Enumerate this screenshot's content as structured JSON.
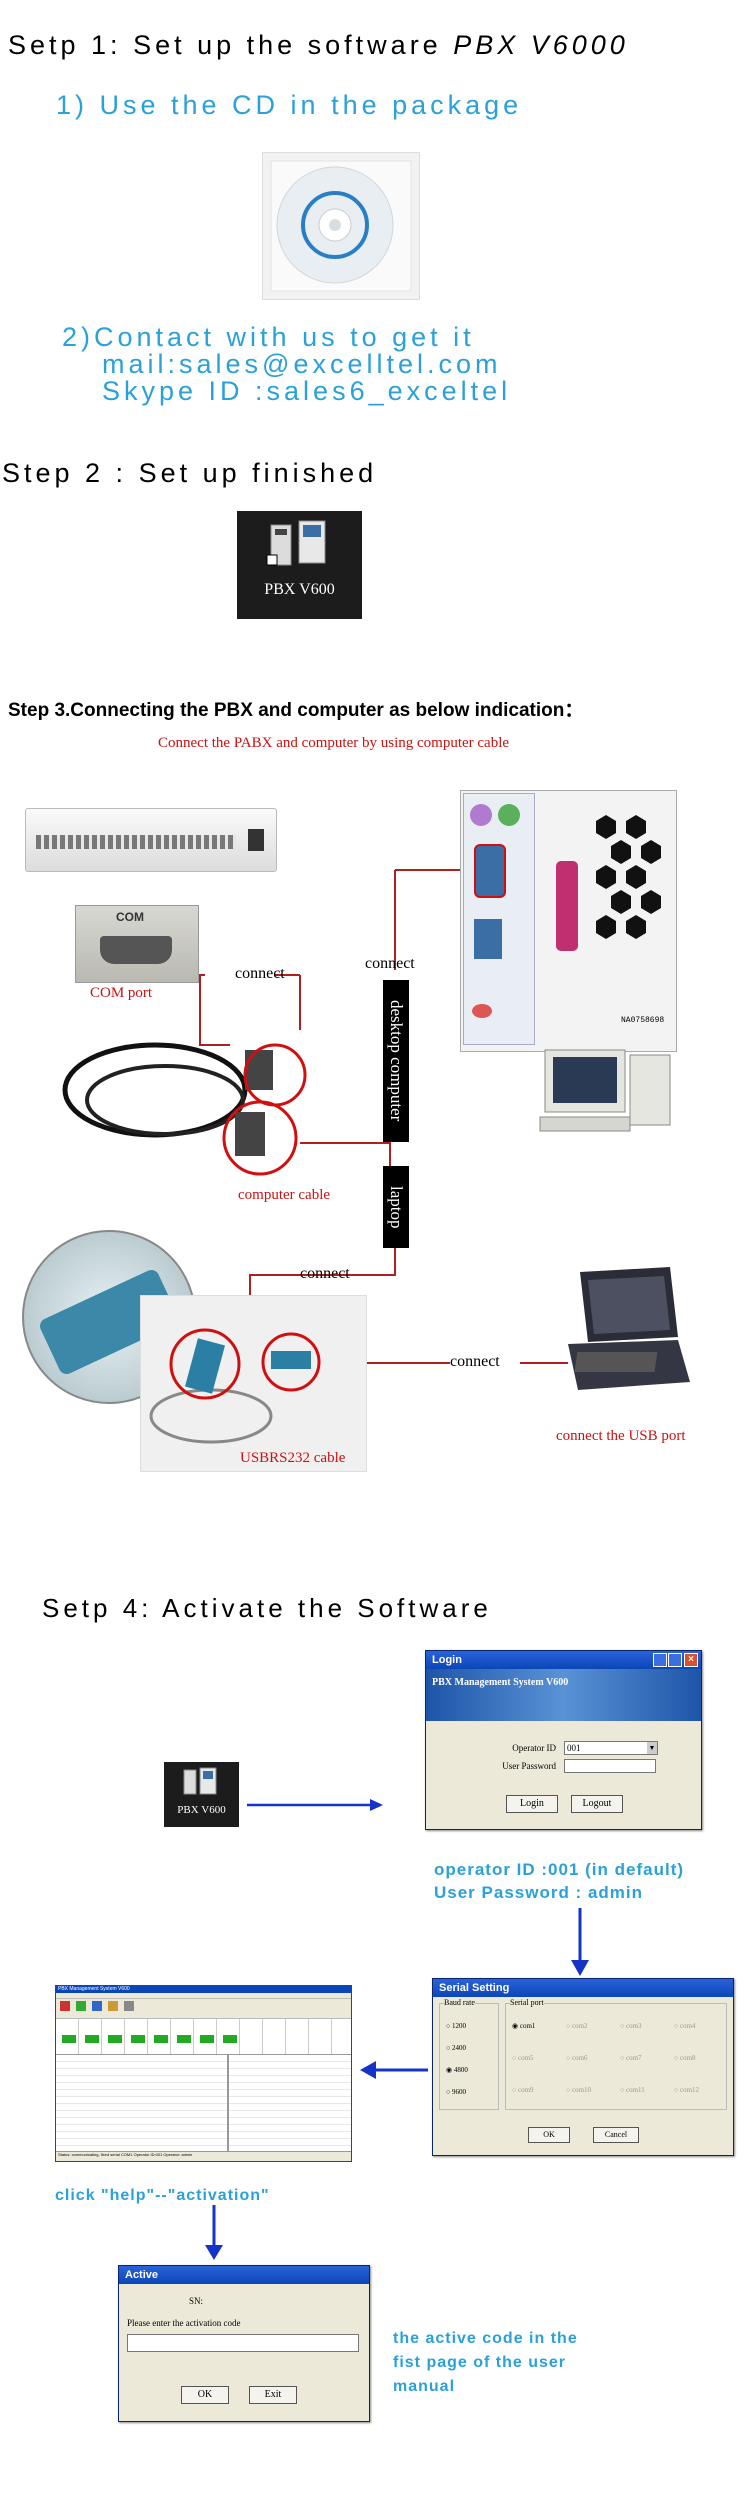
{
  "step1": {
    "title_prefix": "Setp 1: Set up the software ",
    "title_product": "PBX V6000",
    "option1": "1) Use the CD in the package",
    "option2_line1": "2)Contact with us to get it",
    "option2_line2": "mail:sales@excelltel.com",
    "option2_line3": "Skype ID :sales6_exceltel"
  },
  "step2": {
    "title": "Step 2 : Set up finished",
    "icon_label": "PBX V600"
  },
  "step3": {
    "title": "Step 3.Connecting the PBX and computer as below indication：",
    "subtitle": "Connect the PABX and computer by using computer cable",
    "com_label": "COM",
    "com_port": "COM port",
    "connect": "connect",
    "desktop_computer": "desktop computer",
    "laptop": "laptop",
    "computer_cable": "computer cable",
    "usbrs232_cable": "USBRS232 cable",
    "connect_usb": "connect the USB port",
    "serial_no": "NA0758698"
  },
  "step4": {
    "title": "Setp 4: Activate the Software",
    "icon_label": "PBX V600",
    "login": {
      "title": "Login",
      "banner": "PBX Management System V600",
      "operator_label": "Operator ID",
      "operator_value": "001",
      "password_label": "User Password",
      "login_btn": "Login",
      "logout_btn": "Logout"
    },
    "note_line1": "operator ID :001 (in default)",
    "note_line2": "User Password : admin",
    "serial": {
      "title": "Serial Setting",
      "baud_label": "Baud rate",
      "port_label": "Serial port",
      "baud_rates": [
        "1200",
        "2400",
        "4800",
        "9600"
      ],
      "ports": [
        "com1",
        "com2",
        "com3",
        "com4",
        "com5",
        "com6",
        "com7",
        "com8",
        "com9",
        "com10",
        "com11",
        "com12"
      ],
      "ok": "OK",
      "cancel": "Cancel"
    },
    "main_window_title": "PBX Management System V600",
    "main_status": "Status: communicating, fixed serial COM1 Operator ID:001  Operator: admin",
    "help_note": "click \"help\"--\"activation\"",
    "active": {
      "title": "Active",
      "sn_label": "SN:",
      "prompt": "Please enter the activation code",
      "ok": "OK",
      "exit": "Exit"
    },
    "code_note_line1": "the active code in the",
    "code_note_line2": "fist page of the user",
    "code_note_line3": "manual"
  },
  "colors": {
    "accent_blue": "#2aa1d8",
    "accent_red": "#cc1111",
    "arrow_blue": "#1633c9"
  }
}
